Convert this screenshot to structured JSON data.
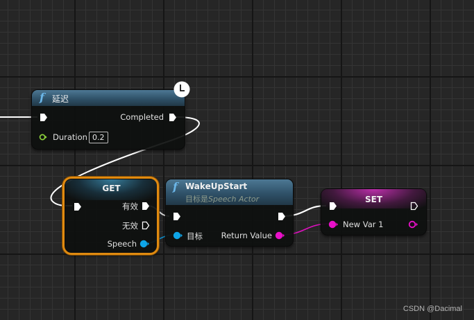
{
  "graph": {
    "colors": {
      "exec_pin": "#ffffff",
      "float_pin": "#8cd13c",
      "object_pin": "#0ea5e8",
      "var_pin": "#e810c8",
      "selection": "#e08a10",
      "function_header": "#2f5168"
    },
    "nodes": {
      "delay": {
        "title": "延迟",
        "icon": "function-icon",
        "badge_icon": "clock-icon",
        "pins_out": {
          "completed": "Completed"
        },
        "pins_in": {
          "duration_label": "Duration",
          "duration_value": "0.2"
        }
      },
      "get": {
        "title": "GET",
        "selected": true,
        "pins_out": {
          "valid": "有效",
          "invalid": "无效",
          "speech": "Speech"
        }
      },
      "wakeup": {
        "title": "WakeUpStart",
        "subtitle_prefix": "目标是",
        "subtitle_target": "Speech Actor",
        "icon": "function-icon",
        "pins_in": {
          "target": "目标"
        },
        "pins_out": {
          "return_value": "Return Value"
        }
      },
      "set": {
        "title": "SET",
        "pins_in": {
          "new_var": "New Var 1"
        }
      }
    }
  },
  "watermark": "CSDN @Dacimal"
}
